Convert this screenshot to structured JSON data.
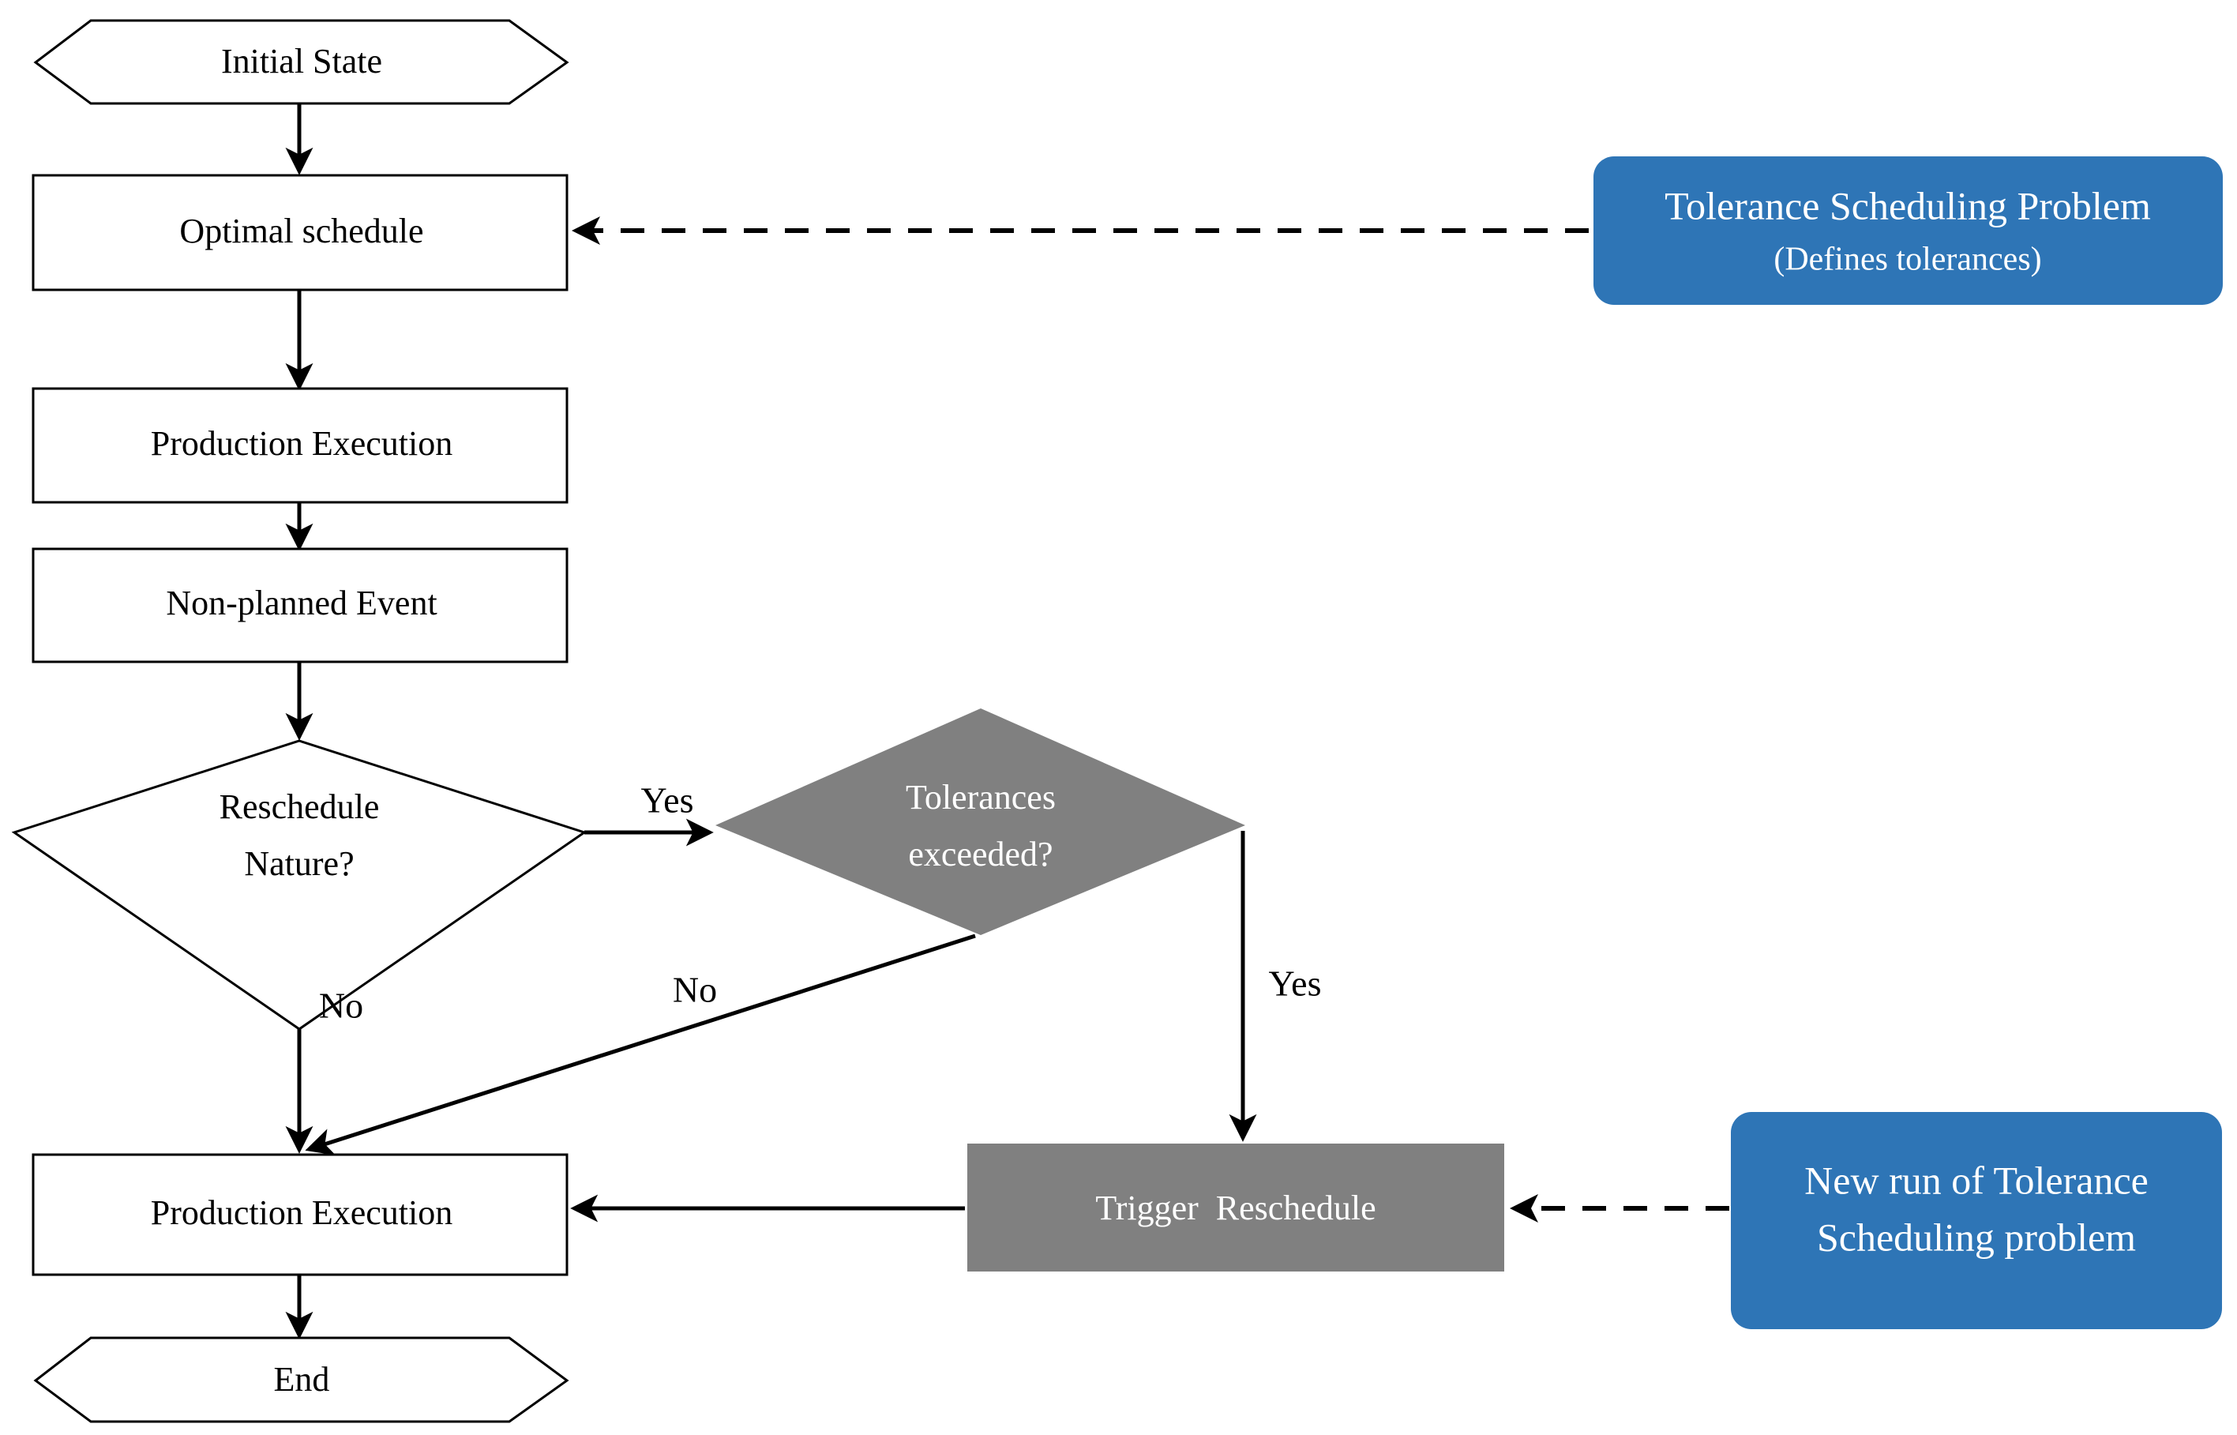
{
  "diagram": {
    "title": "Tolerance Scheduling Rescheduling Flowchart",
    "colors": {
      "blue": "#2E75B6",
      "gray": "#808080",
      "white": "#FFFFFF",
      "stroke": "#000000"
    }
  },
  "nodes": {
    "initial_state": {
      "label": "Initial State",
      "shape": "hexagon",
      "fill": "white"
    },
    "optimal_schedule": {
      "label": "Optimal schedule",
      "shape": "rectangle",
      "fill": "white"
    },
    "production_execution_1": {
      "label": "Production Execution",
      "shape": "rectangle",
      "fill": "white"
    },
    "non_planned_event": {
      "label": "Non-planned Event",
      "shape": "rectangle",
      "fill": "white"
    },
    "reschedule_nature": {
      "label_line1": "Reschedule",
      "label_line2": "Nature?",
      "shape": "diamond",
      "fill": "white"
    },
    "tolerances_exceeded": {
      "label_line1": "Tolerances",
      "label_line2": "exceeded?",
      "shape": "diamond",
      "fill": "gray"
    },
    "trigger_reschedule": {
      "label": "Trigger  Reschedule",
      "shape": "rectangle",
      "fill": "gray"
    },
    "production_execution_2": {
      "label": "Production Execution",
      "shape": "rectangle",
      "fill": "white"
    },
    "end_state": {
      "label": "End",
      "shape": "hexagon",
      "fill": "white"
    },
    "tolerance_scheduling_problem": {
      "label_line1": "Tolerance Scheduling Problem",
      "label_line2": "(Defines tolerances)",
      "shape": "rounded-rectangle",
      "fill": "blue"
    },
    "new_run_tolerance": {
      "label_line1": "New run of Tolerance",
      "label_line2": "Scheduling problem",
      "shape": "rounded-rectangle",
      "fill": "blue"
    }
  },
  "edge_labels": {
    "reschedule_yes": "Yes",
    "reschedule_no": "No",
    "tolerances_no": "No",
    "tolerances_yes": "Yes"
  }
}
